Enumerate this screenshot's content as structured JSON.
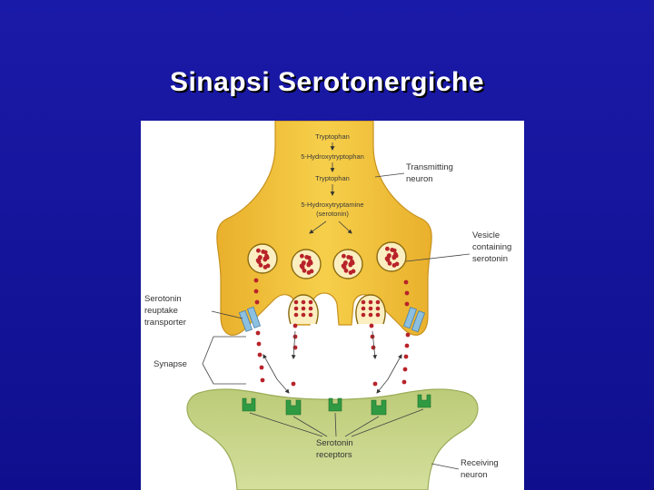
{
  "slide": {
    "title": "Sinapsi Serotonergiche"
  },
  "diagram": {
    "pathway": [
      "Tryptophan",
      "5-Hydroxytryptophan",
      "Tryptophan",
      "5-Hydroxytryptamine",
      "(serotonin)"
    ],
    "labels": {
      "transmitting": [
        "Transmitting",
        "neuron"
      ],
      "vesicle": [
        "Vesicle",
        "containing",
        "serotonin"
      ],
      "reuptake": [
        "Serotonin",
        "reuptake",
        "transporter"
      ],
      "synapse": "Synapse",
      "receptors": [
        "Serotonin",
        "receptors"
      ],
      "receiving": [
        "Receiving",
        "neuron"
      ]
    },
    "colors": {
      "presynaptic": "#f2c23a",
      "postsynaptic": "#c8d58a",
      "vesicle_fill": "#fbeec0",
      "serotonin_dot": "#b8232a",
      "receptor": "#2f9a42",
      "transporter": "#8cc0e0"
    }
  }
}
